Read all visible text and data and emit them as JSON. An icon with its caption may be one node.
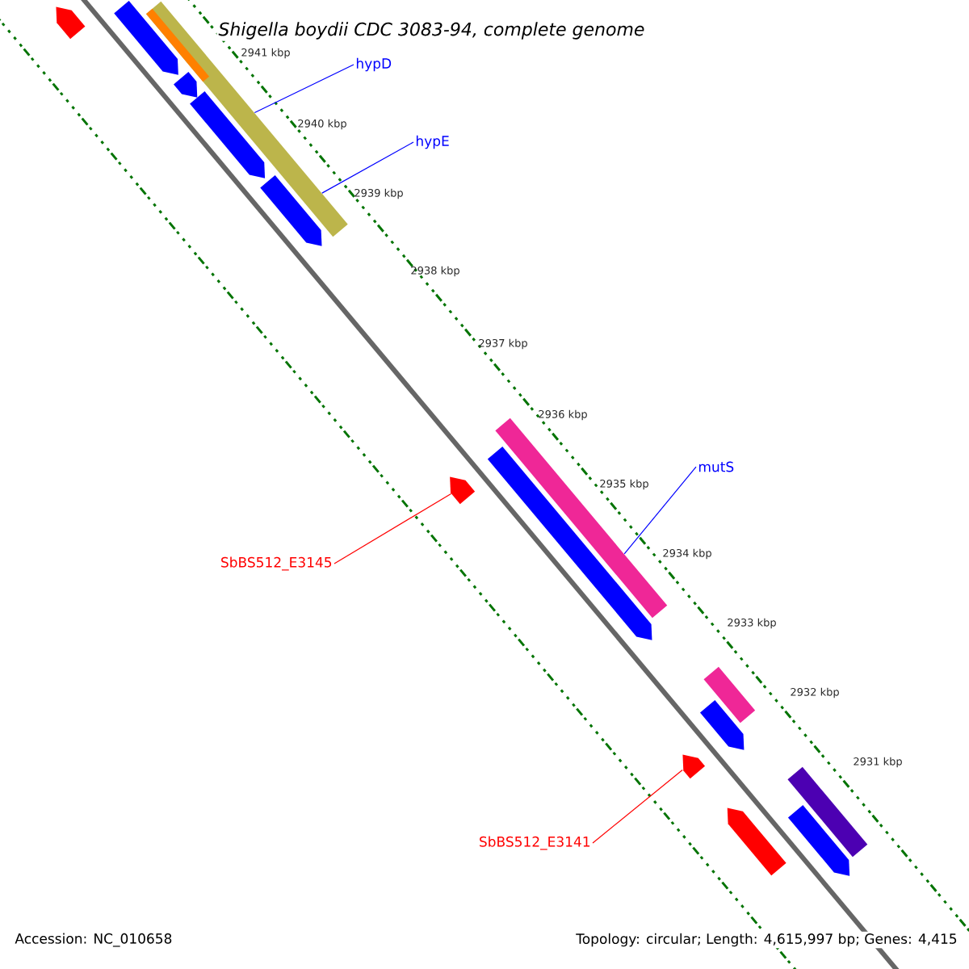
{
  "diagram": {
    "title": "Shigella boydii CDC 3083-94, complete genome",
    "nodes": [
      {
        "text": [
          "hypD"
        ]
      },
      {
        "text": [
          "hypE"
        ]
      },
      {
        "text": [
          "mutS"
        ]
      },
      {
        "text": [
          "SbBS512_E3145"
        ]
      },
      {
        "text": [
          "SbBS512_E3141"
        ]
      },
      {
        "text": [],
        "shape": "pentagon"
      },
      {
        "text": [],
        "shape": "bar"
      },
      {
        "text": [],
        "shape": "bar",
        "in": 6
      },
      {
        "text": [],
        "shape": "pentagon"
      },
      {
        "text": [],
        "shape": "pentagon"
      },
      {
        "text": [],
        "shape": "pentagon"
      },
      {
        "text": [],
        "shape": "pentagon"
      },
      {
        "text": [],
        "shape": "bar"
      },
      {
        "text": [],
        "shape": "pentagon"
      },
      {
        "text": [],
        "shape": "pentagon"
      },
      {
        "text": [],
        "shape": "bar"
      },
      {
        "text": [],
        "shape": "pentagon"
      },
      {
        "text": [],
        "shape": "pentagon"
      },
      {
        "text": [],
        "shape": "pentagon"
      },
      {
        "text": [],
        "shape": "bar"
      },
      {
        "text": [],
        "shape": "pentagon"
      }
    ],
    "edges": [
      {
        "from": 0,
        "to": 6,
        "arrow": "none"
      },
      {
        "from": 1,
        "to": 6,
        "arrow": "none"
      },
      {
        "from": 2,
        "to": 12,
        "arrow": "none"
      },
      {
        "from": 3,
        "to": 13,
        "arrow": "none",
        "color": "#ff0000"
      },
      {
        "from": 4,
        "to": 17,
        "arrow": "none",
        "color": "#ff0000"
      }
    ],
    "labels": [
      "2941 kbp",
      "2940 kbp",
      "2939 kbp",
      "2938 kbp",
      "2937 kbp",
      "2936 kbp",
      "2935 kbp",
      "2934 kbp",
      "2933 kbp",
      "2932 kbp",
      "2931 kbp",
      "Accession: NC_010658",
      "Topology: circular; Length: 4,615,997 bp; Genes: 4,415"
    ]
  }
}
